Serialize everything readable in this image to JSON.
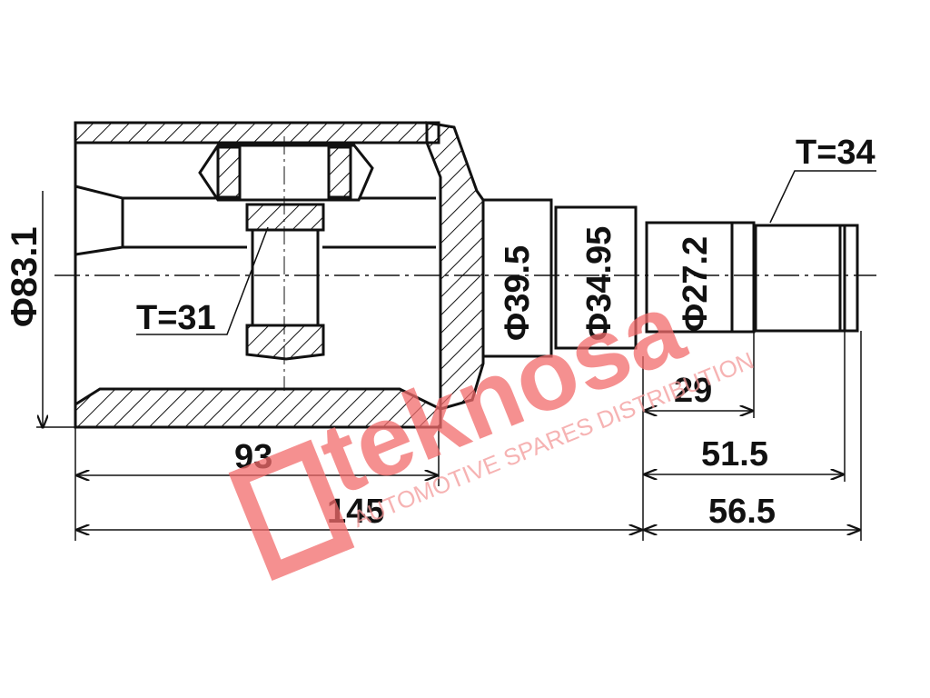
{
  "drawing": {
    "type": "technical-drawing",
    "subject": "CV joint (inner) sectional view with dimensions",
    "dimensions": {
      "outer_diameter": "Φ83.1",
      "step1_diameter": "Φ39.5",
      "step2_diameter": "Φ34.95",
      "step3_diameter": "Φ27.2",
      "inner_spline": "T=31",
      "outer_spline": "T=34",
      "length_93": "93",
      "length_145": "145",
      "length_29": "29",
      "length_51_5": "51.5",
      "length_56_5": "56.5"
    },
    "colors": {
      "line": "#111111",
      "watermark": "#f26b6b"
    }
  },
  "watermark": {
    "brand": "teknosa",
    "tagline": "AUTOMOTIVE SPARES DISTRIBUTION",
    "registered": "®"
  }
}
